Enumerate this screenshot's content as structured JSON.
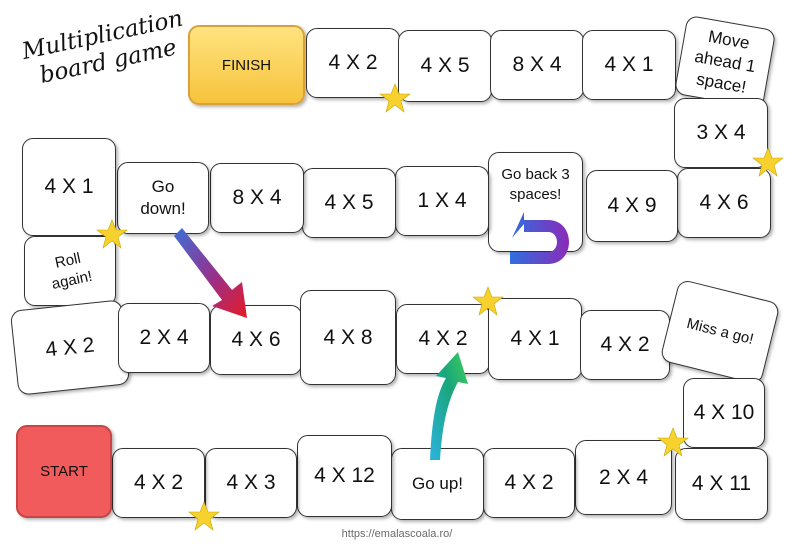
{
  "title": "Multiplication board game",
  "footer": "https://emalascoala.ro/",
  "tiles": {
    "finish": "FINISH",
    "top_1": "4 X 2",
    "top_2": "4 X 5",
    "top_3": "8 X 4",
    "top_4": "4 X 1",
    "move_ahead": "Move ahead 1 space!",
    "right_3x4": "3 X 4",
    "right_4x6": "4 X 6",
    "row2_4x9": "4 X 9",
    "go_back": "Go back 3 spaces!",
    "row2_1x4": "1 X 4",
    "row2_4x5": "4 X 5",
    "row2_8x4": "8 X 4",
    "go_down": "Go down!",
    "left_4x1": "4 X 1",
    "roll_again": "Roll again!",
    "row3_4x2_left": "4 X 2",
    "row3_2x4": "2 X 4",
    "row3_4x6": "4 X 6",
    "row3_4x8": "4 X 8",
    "row3_4x2": "4 X 2",
    "row3_4x1": "4 X 1",
    "row3_4x2_right": "4 X 2",
    "miss_a_go": "Miss a go!",
    "right_4x10": "4 X 10",
    "bottom_4x11": "4 X 11",
    "bottom_2x4": "2 X 4",
    "bottom_4x2_b": "4 X 2",
    "go_up": "Go up!",
    "bottom_4x12": "4 X 12",
    "bottom_4x3": "4 X 3",
    "bottom_4x2": "4 X 2",
    "start": "START"
  },
  "colors": {
    "finish": "#f6c33c",
    "start": "#f25b5b",
    "star": "#f7d22e"
  },
  "icons": [
    "star-icon",
    "down-arrow-icon",
    "up-arrow-icon",
    "u-turn-arrow-icon"
  ]
}
